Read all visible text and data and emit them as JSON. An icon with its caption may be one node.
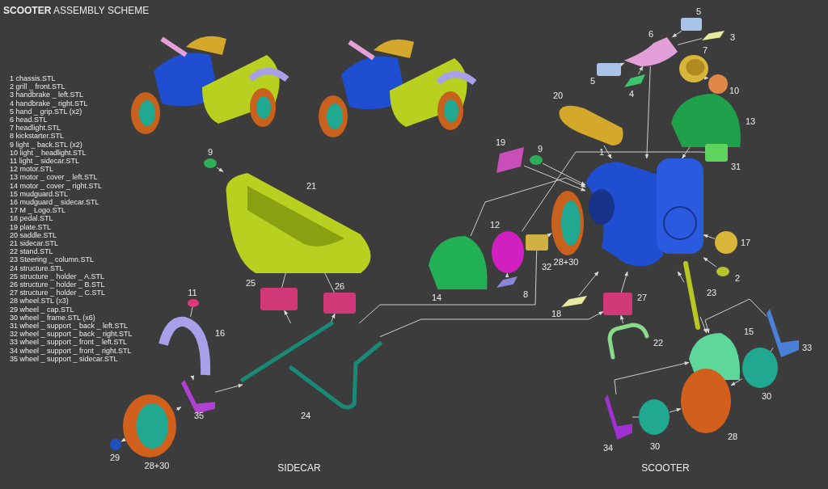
{
  "diagram": {
    "title": "**SCOOTER** ASSEMBLY SCHEME",
    "nodes": [
      {
        "text": [],
        "shape": "box",
        "beside": [
          "5"
        ]
      },
      {
        "text": [],
        "shape": "picture",
        "beside": [
          "3"
        ]
      },
      {
        "text": [],
        "shape": "picture",
        "beside": [
          "6"
        ]
      },
      {
        "text": [],
        "shape": "box",
        "beside": [
          "5"
        ]
      },
      {
        "text": [],
        "shape": "picture",
        "beside": [
          "4"
        ]
      },
      {
        "text": [],
        "shape": "picture",
        "beside": [
          "7"
        ]
      },
      {
        "text": [],
        "shape": "circle",
        "beside": [
          "10"
        ]
      },
      {
        "text": [],
        "shape": "picture",
        "beside": [
          "20"
        ]
      },
      {
        "text": [],
        "shape": "picture",
        "beside": [
          "13"
        ]
      },
      {
        "text": [],
        "shape": "box",
        "beside": [
          "31"
        ]
      },
      {
        "text": [],
        "shape": "picture",
        "beside": [
          "19"
        ]
      },
      {
        "text": [],
        "shape": "circle",
        "beside": [
          "9"
        ]
      },
      {
        "text": [],
        "shape": "picture",
        "beside": [
          "1"
        ]
      },
      {
        "text": [],
        "shape": "picture",
        "beside": [
          "28+30"
        ]
      },
      {
        "text": [],
        "shape": "picture",
        "beside": [
          "14"
        ]
      },
      {
        "text": [],
        "shape": "circle",
        "beside": [
          "12"
        ]
      },
      {
        "text": [],
        "shape": "picture",
        "beside": [
          "8"
        ]
      },
      {
        "text": [],
        "shape": "box",
        "beside": [
          "32"
        ]
      },
      {
        "text": [],
        "shape": "circle",
        "beside": [
          "17"
        ]
      },
      {
        "text": [],
        "shape": "circle",
        "beside": [
          "2"
        ]
      },
      {
        "text": [],
        "shape": "picture",
        "beside": [
          "18"
        ]
      },
      {
        "text": [],
        "shape": "box",
        "beside": [
          "27"
        ]
      },
      {
        "text": [],
        "shape": "picture",
        "beside": [
          "22"
        ]
      },
      {
        "text": [],
        "shape": "picture",
        "beside": [
          "23"
        ]
      },
      {
        "text": [],
        "shape": "picture",
        "beside": [
          "15"
        ]
      },
      {
        "text": [],
        "shape": "picture",
        "beside": [
          "33"
        ]
      },
      {
        "text": [],
        "shape": "circle",
        "beside": [
          "30"
        ]
      },
      {
        "text": [],
        "shape": "circle",
        "beside": [
          "28"
        ]
      },
      {
        "text": [],
        "shape": "picture",
        "beside": [
          "34"
        ]
      },
      {
        "text": [],
        "shape": "circle",
        "beside": [
          "30"
        ]
      },
      {
        "text": [],
        "shape": "circle",
        "beside": [
          "9"
        ]
      },
      {
        "text": [],
        "shape": "picture",
        "beside": [
          "21"
        ]
      },
      {
        "text": [],
        "shape": "box",
        "beside": [
          "25"
        ]
      },
      {
        "text": [],
        "shape": "box",
        "beside": [
          "26"
        ]
      },
      {
        "text": [],
        "shape": "picture",
        "beside": [
          "24"
        ]
      },
      {
        "text": [],
        "shape": "circle",
        "beside": [
          "11"
        ]
      },
      {
        "text": [],
        "shape": "picture",
        "beside": [
          "16"
        ]
      },
      {
        "text": [],
        "shape": "picture",
        "beside": [
          "35"
        ]
      },
      {
        "text": [],
        "shape": "picture",
        "beside": [
          "28+30"
        ]
      },
      {
        "text": [],
        "shape": "circle",
        "beside": [
          "29"
        ]
      }
    ],
    "edges": [
      {
        "from": 0,
        "to": 2,
        "arrow": "to"
      },
      {
        "from": 1,
        "to": 2,
        "arrow": "none"
      },
      {
        "from": 3,
        "to": 2,
        "arrow": "to"
      },
      {
        "from": 4,
        "to": 2,
        "arrow": "to"
      },
      {
        "from": 6,
        "to": 5,
        "arrow": "to"
      },
      {
        "from": 7,
        "to": 12,
        "arrow": "to"
      },
      {
        "from": 8,
        "to": 12,
        "arrow": "to"
      },
      {
        "from": 2,
        "to": 12,
        "arrow": "to"
      },
      {
        "from": 9,
        "to": 15,
        "arrow": "none"
      },
      {
        "from": 10,
        "to": 12,
        "arrow": "to"
      },
      {
        "from": 11,
        "to": 12,
        "arrow": "to"
      },
      {
        "from": 14,
        "to": 12,
        "arrow": "to"
      },
      {
        "from": 16,
        "to": 15,
        "arrow": "to"
      },
      {
        "from": 17,
        "to": 13,
        "arrow": "to"
      },
      {
        "from": 18,
        "to": 12,
        "arrow": "to"
      },
      {
        "from": 19,
        "to": 12,
        "arrow": "to"
      },
      {
        "from": 20,
        "to": 12,
        "arrow": "to"
      },
      {
        "from": 21,
        "to": 12,
        "arrow": "to"
      },
      {
        "from": 22,
        "to": 21,
        "arrow": "to"
      },
      {
        "from": 23,
        "to": 12,
        "arrow": "to"
      },
      {
        "from": 23,
        "to": 24,
        "arrow": "to"
      },
      {
        "from": 25,
        "to": 24,
        "arrow": "to"
      },
      {
        "from": 28,
        "to": 24,
        "arrow": "to"
      },
      {
        "from": 25,
        "to": 26,
        "arrow": "none"
      },
      {
        "from": 26,
        "to": 27,
        "arrow": "to"
      },
      {
        "from": 28,
        "to": 29,
        "arrow": "none"
      },
      {
        "from": 29,
        "to": 27,
        "arrow": "to"
      },
      {
        "from": 30,
        "to": 31,
        "arrow": "to"
      },
      {
        "from": 31,
        "to": 32,
        "arrow": "none"
      },
      {
        "from": 34,
        "to": 32,
        "arrow": "to"
      },
      {
        "from": 31,
        "to": 33,
        "arrow": "none"
      },
      {
        "from": 34,
        "to": 33,
        "arrow": "to"
      },
      {
        "from": 35,
        "to": 36,
        "arrow": "none"
      },
      {
        "from": 36,
        "to": 37,
        "arrow": "to"
      },
      {
        "from": 37,
        "to": 34,
        "arrow": "to"
      },
      {
        "from": 38,
        "to": 37,
        "arrow": "to"
      },
      {
        "from": 38,
        "to": 39,
        "arrow": "to"
      },
      {
        "from": 34,
        "to": 17,
        "arrow": "none"
      },
      {
        "from": 34,
        "to": 21,
        "arrow": "to"
      }
    ],
    "labels": [
      "1 chassis.STL",
      "2 grill _ front.STL",
      "3 handbrake _ left.STL",
      "4 handbrake _ right.STL",
      "5 hand _ grip.STL (x2)",
      "6 head.STL",
      "7 headlight.STL",
      "8 kickstarter.STL",
      "9 light _ back.STL (x2)",
      "10 light _ headlight.STL",
      "11 light _ sidecar.STL",
      "12 motor.STL",
      "13 motor _ cover _ left.STL",
      "14 motor _ cover _ right.STL",
      "15 mudguard.STL",
      "16 mudguard _ sidecar.STL",
      "17 M _ Logo.STL",
      "18 pedal.STL",
      "19 plate.STL",
      "20 saddle.STL",
      "21 sidecar.STL",
      "22 stand.STL",
      "23 Steering _ column.STL",
      "24 structure.STL",
      "25 structure _ holder _ A.STL",
      "26 structure _ holder _ B.STL",
      "27 structure _ holder _ C.STL",
      "28 wheel.STL (x3)",
      "29 wheel _ cap.STL",
      "30 wheel _ frame.STL (x6)",
      "31 wheel _ support _ back _ left.STL",
      "32 wheel _ support _ back _ right.STL",
      "33 wheel _ support _ front _ left.STL",
      "34 wheel _ support _ front _ right.STL",
      "35 wheel _ support _ sidecar.STL",
      "SIDECAR",
      "SCOOTER"
    ]
  }
}
